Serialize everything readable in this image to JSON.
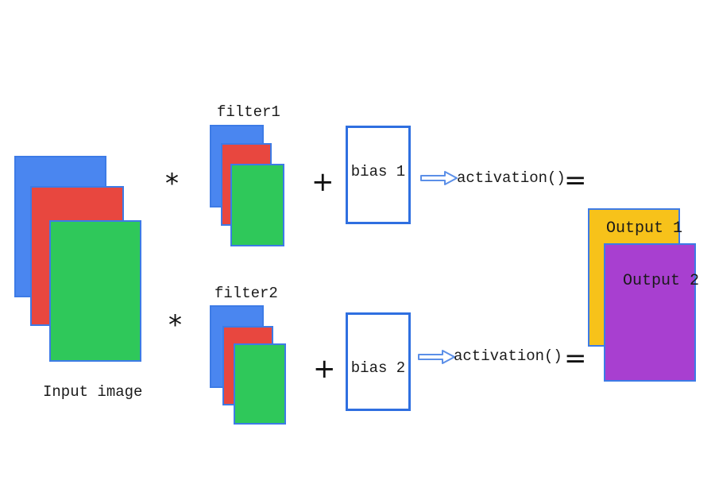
{
  "colors": {
    "blue": "#4a86f0",
    "red": "#e8473f",
    "green": "#2fc85a",
    "yellow": "#f7c21a",
    "purple": "#a83fd0",
    "border": "#3d7be6"
  },
  "input": {
    "label": "Input image"
  },
  "rows": [
    {
      "operator": "*",
      "filter_label": "filter1",
      "plus": "+",
      "bias_label": "bias 1",
      "activation": "activation()",
      "equals": "="
    },
    {
      "operator": "*",
      "filter_label": "filter2",
      "plus": "+",
      "bias_label": "bias 2",
      "activation": "activation()",
      "equals": "="
    }
  ],
  "outputs": [
    {
      "label": "Output 1"
    },
    {
      "label": "Output 2"
    }
  ]
}
